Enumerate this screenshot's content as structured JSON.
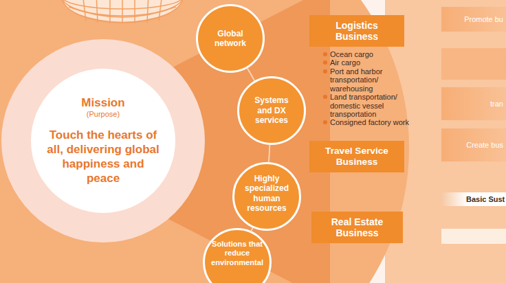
{
  "diagram": {
    "nodes": [
      {
        "text": [
          "Mission",
          "(Purpose)",
          "Touch the hearts of all, delivering global happiness and peace"
        ]
      },
      {
        "text": [
          "Global network"
        ]
      },
      {
        "text": [
          "Systems and DX services"
        ]
      },
      {
        "text": [
          "Highly specialized human resources"
        ]
      },
      {
        "text": [
          "Solutions that reduce environmental"
        ]
      },
      {
        "text": [
          "Logistics Business"
        ]
      },
      {
        "text": [
          "Travel Service Business"
        ]
      },
      {
        "text": [
          "Real Estate Business"
        ]
      },
      {
        "text": [
          "Promote bu"
        ]
      },
      {
        "text": [
          "tran"
        ]
      },
      {
        "text": [
          "Create bus"
        ]
      },
      {
        "text": [
          "Basic Sust"
        ]
      }
    ],
    "edges": [
      {
        "from": 1,
        "to": 2,
        "arrow": "none"
      },
      {
        "from": 2,
        "to": 3,
        "arrow": "none"
      },
      {
        "from": 3,
        "to": 4,
        "arrow": "none"
      }
    ],
    "labels": [
      "Ocean cargo",
      "Air cargo",
      "Port and harbor transportation/ warehousing",
      "Land transportation/ domestic vessel transportation",
      "Consigned factory work"
    ]
  }
}
